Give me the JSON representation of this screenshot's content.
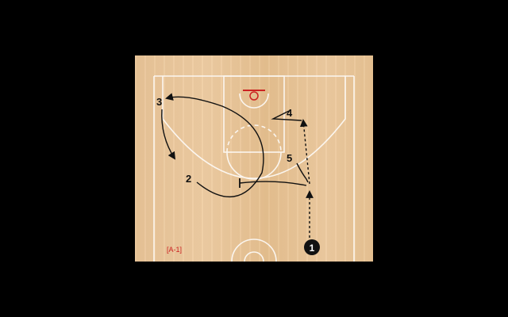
{
  "diagram": {
    "tag": "[A-1]",
    "players": [
      {
        "label": "1",
        "ball": true
      },
      {
        "label": "2"
      },
      {
        "label": "3"
      },
      {
        "label": "4"
      },
      {
        "label": "5"
      }
    ]
  },
  "colors": {
    "background": "#000000",
    "court_wood": "#eac699",
    "court_lines": "#ffffff",
    "rim": "#cc2222",
    "ink": "#111111",
    "tag": "#cc2222"
  }
}
